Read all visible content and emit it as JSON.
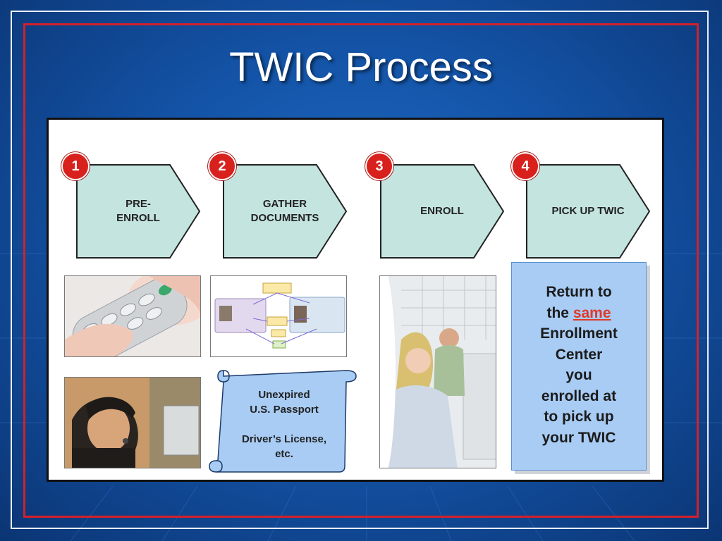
{
  "slide": {
    "title": "TWIC Process"
  },
  "steps": [
    {
      "number": "1",
      "label": "PRE-\nENROLL"
    },
    {
      "number": "2",
      "label": "GATHER\nDOCUMENTS"
    },
    {
      "number": "3",
      "label": "ENROLL"
    },
    {
      "number": "4",
      "label": "PICK UP TWIC"
    }
  ],
  "documents_scroll": {
    "line1": "Unexpired",
    "line2": "U.S. Passport",
    "line3": "Driver’s License,",
    "line4": "etc."
  },
  "callout": {
    "part1": "Return to",
    "part2": "the",
    "emphasis": "same",
    "part3": "Enrollment",
    "part4": "Center",
    "part5": "you",
    "part6": "enrolled at",
    "part7": "to pick up",
    "part8": "your TWIC"
  },
  "colors": {
    "background": "#1454a8",
    "red_frame": "#d4202a",
    "step_fill": "#c4e4e0",
    "badge": "#d8201c",
    "callout_fill": "#a8ccf4",
    "emphasis": "#e03a2a"
  }
}
